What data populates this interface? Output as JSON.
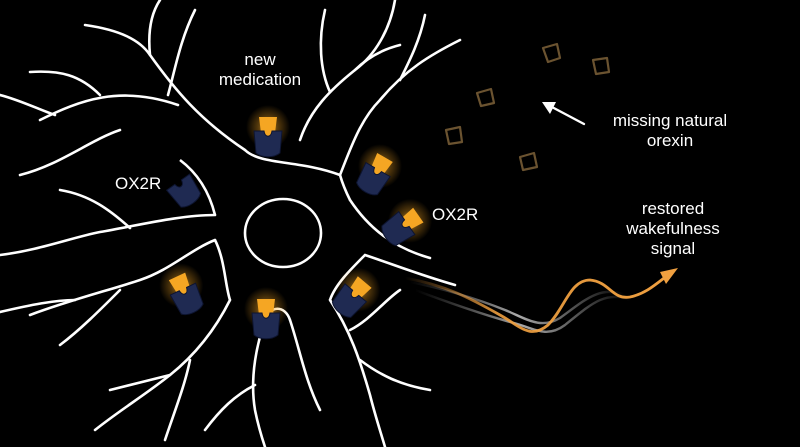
{
  "labels": {
    "new_medication_l1": "new",
    "new_medication_l2": "medication",
    "ox2r_left": "OX2R",
    "ox2r_right": "OX2R",
    "missing_l1": "missing natural",
    "missing_l2": "orexin",
    "restored_l1": "restored",
    "restored_l2": "wakefulness",
    "restored_l3": "signal"
  },
  "colors": {
    "background": "#000000",
    "neuron_outline": "#ffffff",
    "receptor": "#1f2a52",
    "medication": "#f5a623",
    "medication_glow": "#f5a623",
    "orexin_faded": "#6b5330",
    "signal": "#f0a040"
  },
  "icons": {
    "receptor": "receptor-shape",
    "medication": "medication-molecule",
    "orexin": "orexin-molecule",
    "arrow": "arrow-icon"
  }
}
